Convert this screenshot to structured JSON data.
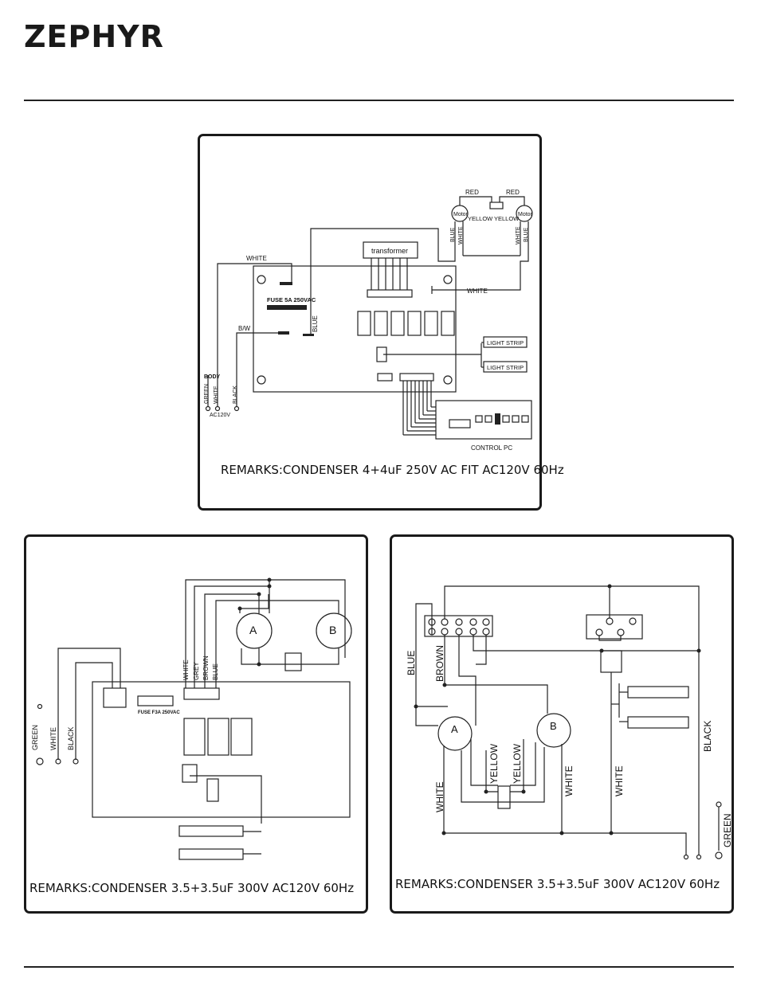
{
  "header": {
    "brand": "ZEPHYR"
  },
  "diagram1": {
    "labels": {
      "red_left": "RED",
      "red_right": "RED",
      "motor_left": "Motor",
      "motor_right": "Motor",
      "yellow_left": "YELLOW",
      "yellow_right": "YELLOW",
      "blue_left": "BLUE",
      "white_left": "WHITE",
      "white_right": "WHITE",
      "blue_right": "BLUE",
      "transformer": "transformer",
      "white_top": "WHITE",
      "white_mid": "WHITE",
      "fuse": "FUSE 5A 250VAC",
      "blue_vert": "BLUE",
      "bw": "B/W",
      "light_strip_1": "LIGHT STRIP",
      "light_strip_2": "LIGHT STRIP",
      "body": "BODY",
      "green": "GREEN",
      "white_body": "WHITE",
      "black": "BLACK",
      "ac120v": "AC120V",
      "control_pc": "CONTROL PC"
    },
    "remark": "REMARKS:CONDENSER 4+4uF 250V AC FIT AC120V 60Hz"
  },
  "diagram2": {
    "labels": {
      "motor_a": "A",
      "motor_b": "B",
      "white": "WHITE",
      "grey": "GREY",
      "brown": "BROWN",
      "blue": "BLUE",
      "fuse": "FUSE F3A 250VAC",
      "green": "GREEN",
      "white_in": "WHITE",
      "black_in": "BLACK"
    },
    "remark": "REMARKS:CONDENSER 3.5+3.5uF 300V AC120V 60Hz"
  },
  "diagram3": {
    "labels": {
      "blue": "BLUE",
      "brown": "BROWN",
      "motor_a": "A",
      "motor_b": "B",
      "yellow_1": "YELLOW",
      "yellow_2": "YELLOW",
      "white_1": "WHITE",
      "white_2": "WHITE",
      "white_3": "WHITE",
      "black": "BLACK",
      "green": "GREEN"
    },
    "remark": "REMARKS:CONDENSER 3.5+3.5uF 300V AC120V 60Hz"
  }
}
